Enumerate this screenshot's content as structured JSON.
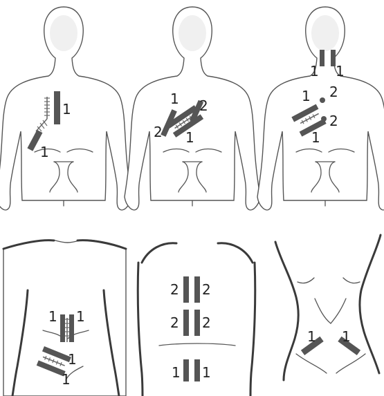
{
  "panels": [
    {
      "id": "p1",
      "labels": [
        "1",
        "1"
      ]
    },
    {
      "id": "p2",
      "labels": [
        "1",
        "2",
        "2",
        "1"
      ]
    },
    {
      "id": "p3",
      "labels": [
        "1",
        "1",
        "1",
        "2",
        "2",
        "1"
      ]
    },
    {
      "id": "p4",
      "labels": [
        "1",
        "1",
        "1",
        "1"
      ]
    },
    {
      "id": "p5",
      "labels": [
        "2",
        "2",
        "2",
        "2",
        "1",
        "1"
      ]
    },
    {
      "id": "p6",
      "labels": [
        "1",
        "1"
      ]
    }
  ]
}
